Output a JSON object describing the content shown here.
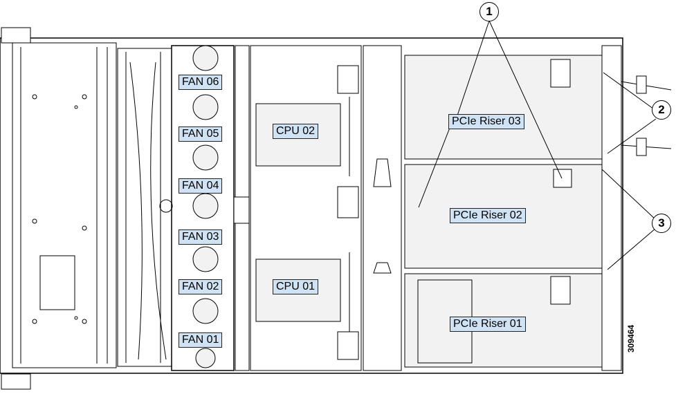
{
  "fans": [
    {
      "label": "FAN 06"
    },
    {
      "label": "FAN 05"
    },
    {
      "label": "FAN 04"
    },
    {
      "label": "FAN 03"
    },
    {
      "label": "FAN 02"
    },
    {
      "label": "FAN 01"
    }
  ],
  "cpus": [
    {
      "label": "CPU 02"
    },
    {
      "label": "CPU 01"
    }
  ],
  "risers": [
    {
      "label": "PCIe Riser 03"
    },
    {
      "label": "PCIe Riser 02"
    },
    {
      "label": "PCIe Riser 01"
    }
  ],
  "callouts": [
    {
      "number": "1"
    },
    {
      "number": "2"
    },
    {
      "number": "3"
    }
  ],
  "figure_id": "309464",
  "colors": {
    "label_fill": "#cfe3f5",
    "line": "#000000",
    "part_fill": "#f2f2f2"
  }
}
